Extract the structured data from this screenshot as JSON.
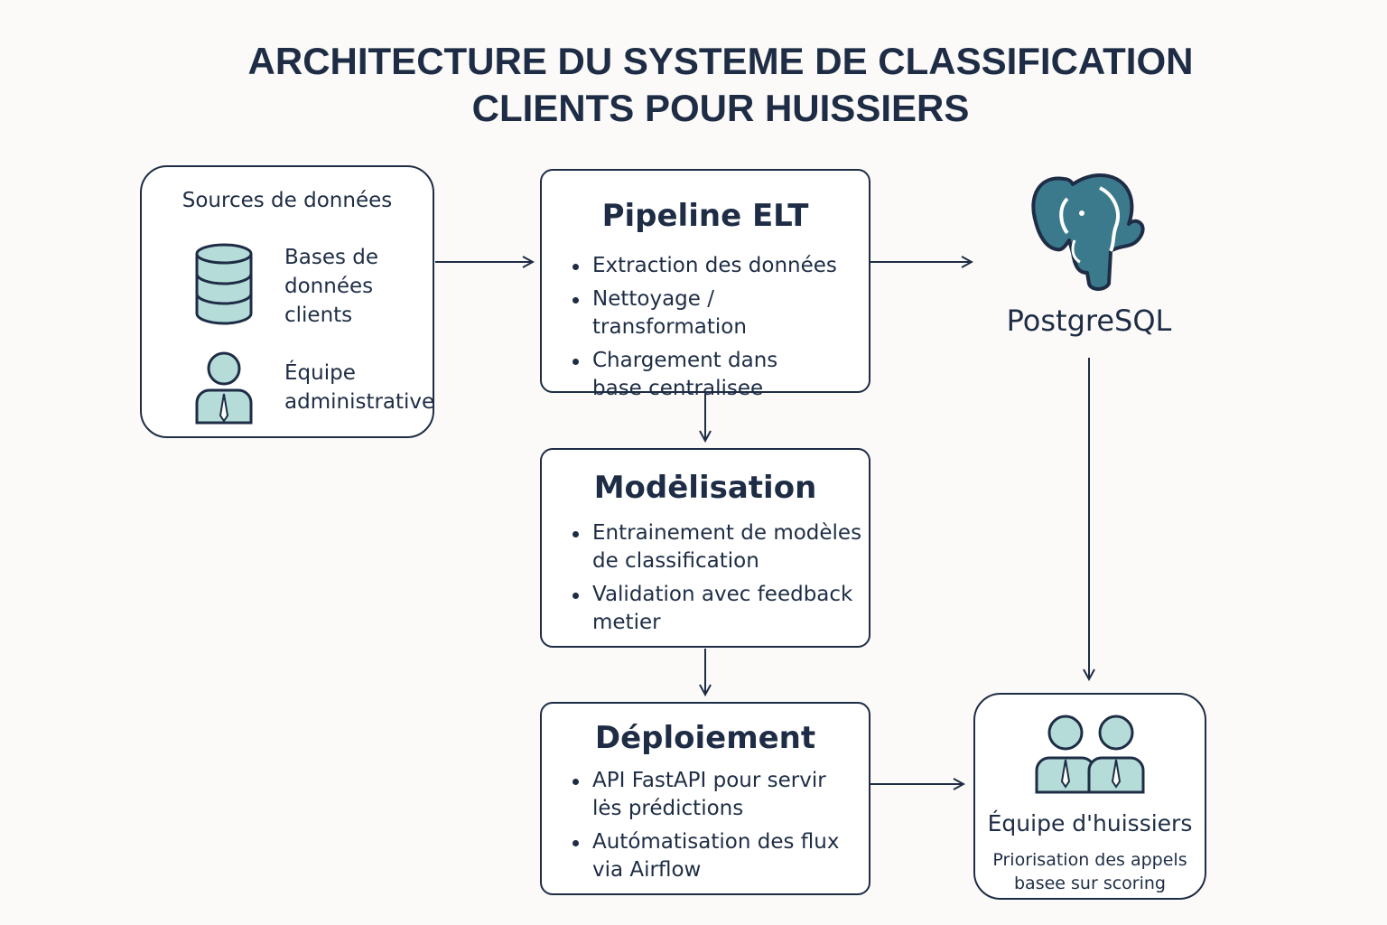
{
  "title": "ARCHITECTURE DU SYSTEME DE CLASSIFICATION\nCLIENTS POUR HUISSIERS",
  "sources": {
    "heading": "Sources de données",
    "items": [
      {
        "label": "Bases de\ndonnées\nclients",
        "icon": "database-icon"
      },
      {
        "label": "Équipe\nadministrative",
        "icon": "user-icon"
      }
    ]
  },
  "pipeline": {
    "title": "Pipeline ELT",
    "items": [
      "Extraction des données",
      "Nettoyage / transformation",
      "Chargement dans\nbase centralisee"
    ]
  },
  "postgres": {
    "label": "PostgreSQL",
    "icon": "postgresql-elephant-icon"
  },
  "modelisation": {
    "title": "Modėlisation",
    "items": [
      "Entrainement de modèles\nde classification",
      "Validation avec feedback\nmetier"
    ]
  },
  "deploiement": {
    "title": "Déploiement",
    "items": [
      "API FastAPI pour servir\nlės prédictions",
      "Autómatisation des flux\nvia Airflow"
    ]
  },
  "team": {
    "title": "Équipe d'huissiers",
    "subtitle": "Priorisation des appels\nbasee sur scoring",
    "icon": "team-icon"
  },
  "colors": {
    "ink": "#1e2d45",
    "accent_fill": "#b5dcd8",
    "elephant": "#3b7a8c"
  }
}
